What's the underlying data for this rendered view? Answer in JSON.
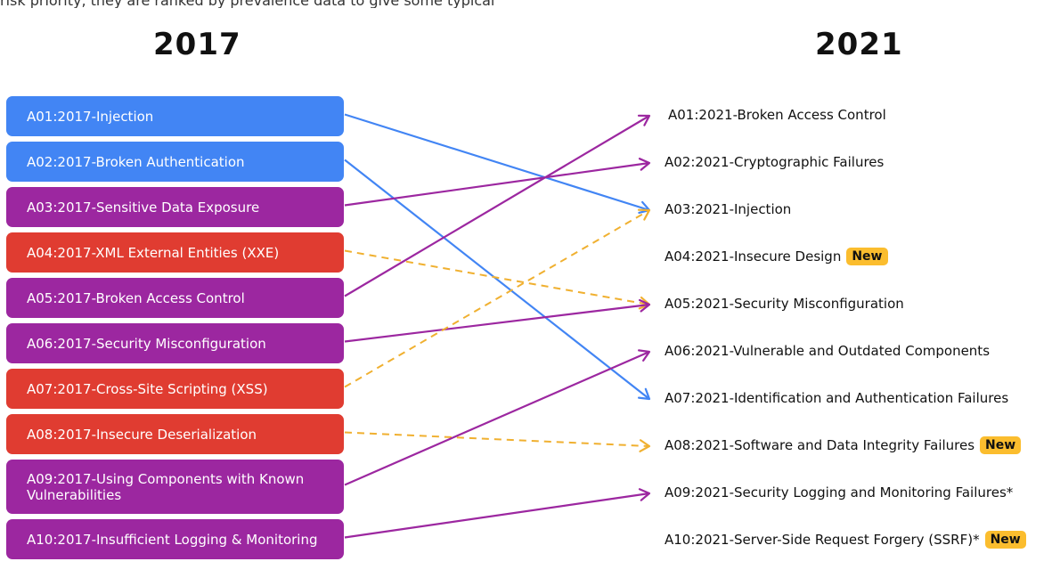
{
  "header": {
    "partial_text": "risk priority, they are ranked by prevalence data to give some typical",
    "year_left": "2017",
    "year_right": "2021"
  },
  "colors": {
    "blue": "#4285f4",
    "purple": "#9c27a0",
    "red": "#e03c31",
    "orange": "#f0b030",
    "badge": "#fbbd2e"
  },
  "left_items": [
    {
      "label": "A01:2017-Injection",
      "color": "blue"
    },
    {
      "label": "A02:2017-Broken Authentication",
      "color": "blue"
    },
    {
      "label": "A03:2017-Sensitive Data Exposure",
      "color": "purple"
    },
    {
      "label": "A04:2017-XML External Entities (XXE)",
      "color": "red"
    },
    {
      "label": "A05:2017-Broken Access Control",
      "color": "purple"
    },
    {
      "label": "A06:2017-Security Misconfiguration",
      "color": "purple"
    },
    {
      "label": "A07:2017-Cross-Site Scripting (XSS)",
      "color": "red"
    },
    {
      "label": "A08:2017-Insecure Deserialization",
      "color": "red"
    },
    {
      "label": "A09:2017-Using Components with Known Vulnerabilities",
      "color": "purple"
    },
    {
      "label": "A10:2017-Insufficient Logging & Monitoring",
      "color": "purple"
    }
  ],
  "right_items": [
    {
      "label": "A01:2021-Broken Access Control",
      "badge": ""
    },
    {
      "label": "A02:2021-Cryptographic Failures",
      "badge": ""
    },
    {
      "label": "A03:2021-Injection",
      "badge": ""
    },
    {
      "label": "A04:2021-Insecure Design",
      "badge": "New"
    },
    {
      "label": "A05:2021-Security Misconfiguration",
      "badge": ""
    },
    {
      "label": "A06:2021-Vulnerable and Outdated Components",
      "badge": ""
    },
    {
      "label": "A07:2021-Identification and Authentication Failures",
      "badge": ""
    },
    {
      "label": "A08:2021-Software and Data Integrity Failures",
      "badge": "New"
    },
    {
      "label": "A09:2021-Security Logging and Monitoring Failures*",
      "badge": ""
    },
    {
      "label": "A10:2021-Server-Side Request Forgery (SSRF)*",
      "badge": "New"
    }
  ],
  "mappings": [
    {
      "from": 0,
      "to": 2,
      "color": "blue",
      "dashed": false
    },
    {
      "from": 1,
      "to": 6,
      "color": "blue",
      "dashed": false
    },
    {
      "from": 2,
      "to": 1,
      "color": "purple",
      "dashed": false
    },
    {
      "from": 3,
      "to": 4,
      "color": "orange",
      "dashed": true
    },
    {
      "from": 4,
      "to": 0,
      "color": "purple",
      "dashed": false
    },
    {
      "from": 5,
      "to": 4,
      "color": "purple",
      "dashed": false
    },
    {
      "from": 6,
      "to": 2,
      "color": "orange",
      "dashed": true
    },
    {
      "from": 7,
      "to": 7,
      "color": "orange",
      "dashed": true
    },
    {
      "from": 8,
      "to": 5,
      "color": "purple",
      "dashed": false
    },
    {
      "from": 9,
      "to": 8,
      "color": "purple",
      "dashed": false
    }
  ]
}
